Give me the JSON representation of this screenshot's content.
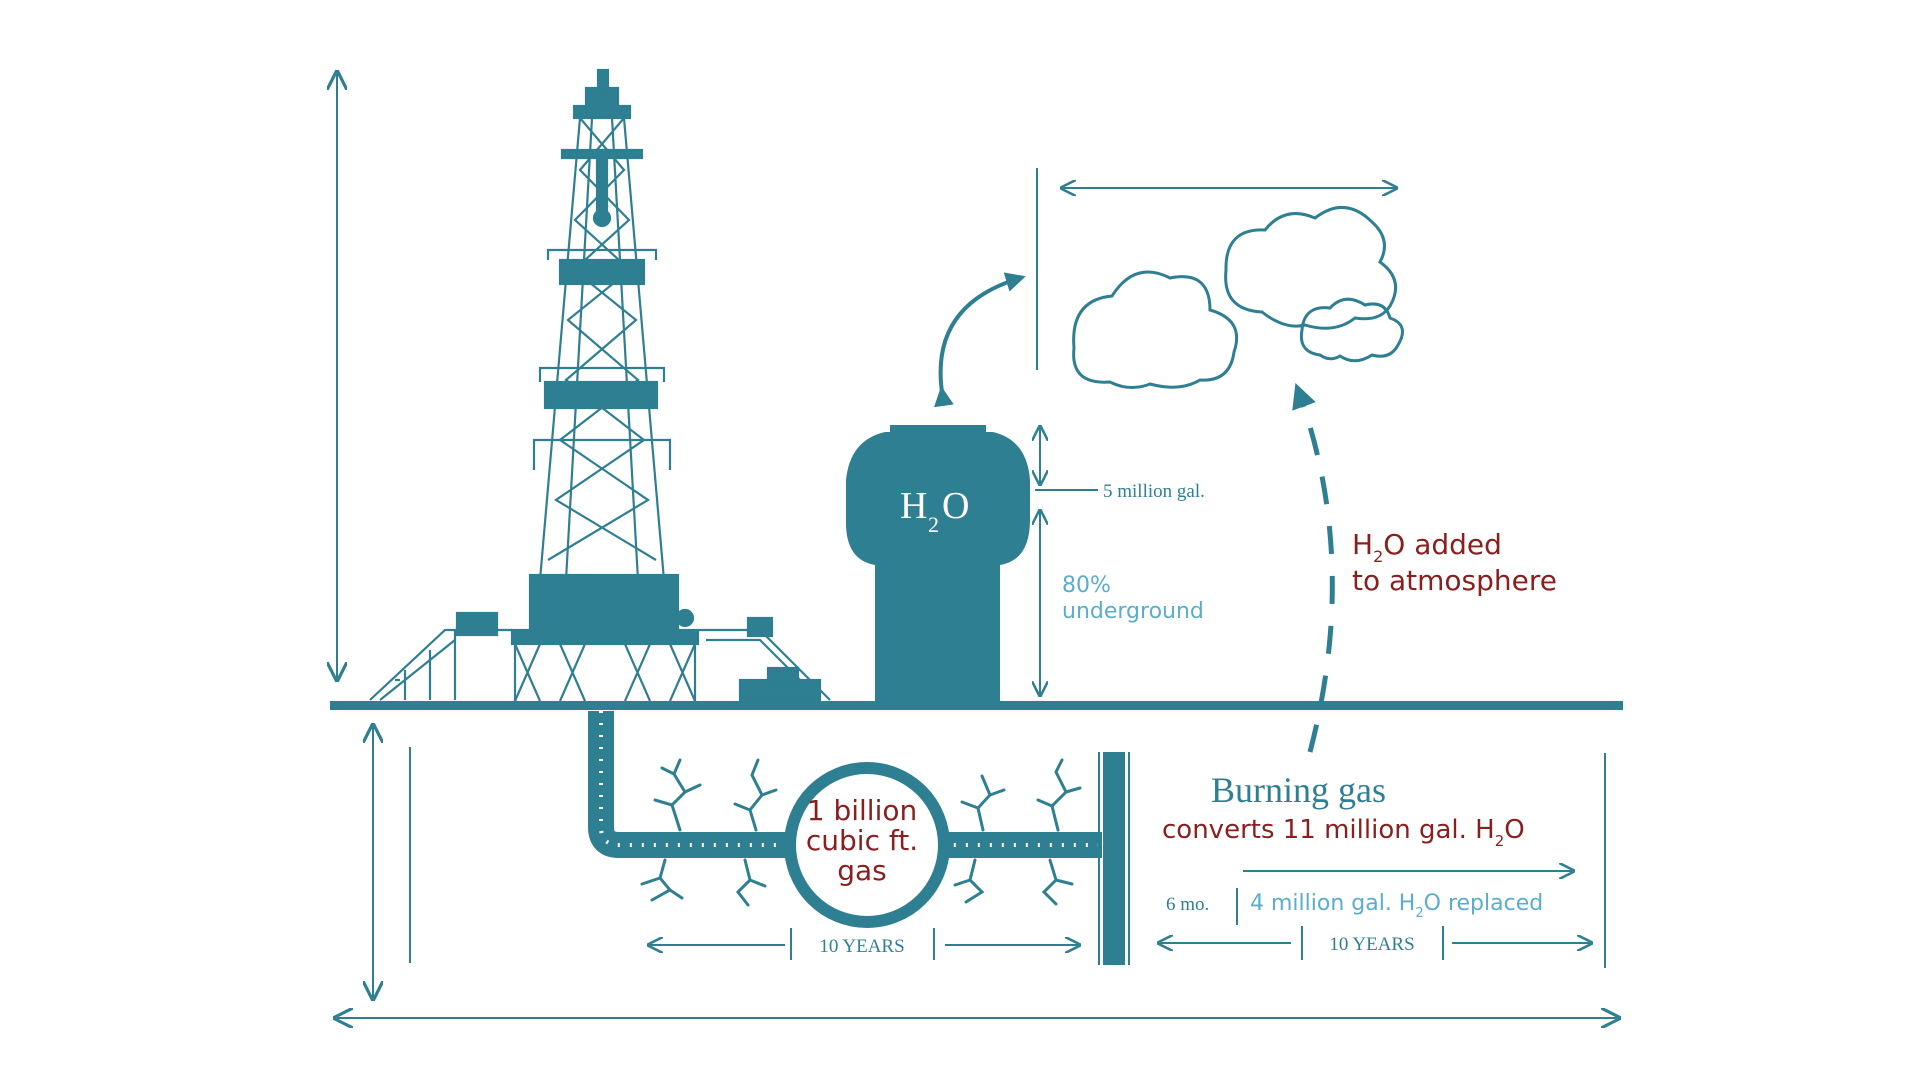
{
  "colors": {
    "teal": "#2f7f92",
    "light_blue": "#5aaecb",
    "dark_red": "#8a1f1f",
    "background": "#ffffff"
  },
  "tank": {
    "h": "H",
    "sub": "2",
    "o": "O"
  },
  "tank_volume_label": "5 million gal.",
  "underground": {
    "line1": "80%",
    "line2": "underground"
  },
  "atmosphere": {
    "line1_h": "H",
    "line1_sub": "2",
    "line1_rest": "O added",
    "line2": "to atmosphere"
  },
  "gas_bubble": {
    "line1": "1 billion",
    "line2": "cubic ft.",
    "line3": "gas"
  },
  "well_timeline_label": "10 YEARS",
  "burning": {
    "title": "Burning gas",
    "subtitle_main": "converts 11 million gal. H",
    "subtitle_sub": "2",
    "subtitle_end": "O"
  },
  "replacement": {
    "period": "6 mo.",
    "text_main": "4 million gal. H",
    "text_sub": "2",
    "text_end": "O replaced"
  },
  "burn_timeline_label": "10 YEARS",
  "icons": [
    "drilling-rig-icon",
    "water-tank-icon",
    "cloud-icon",
    "crack-icon",
    "arrow-icon"
  ]
}
